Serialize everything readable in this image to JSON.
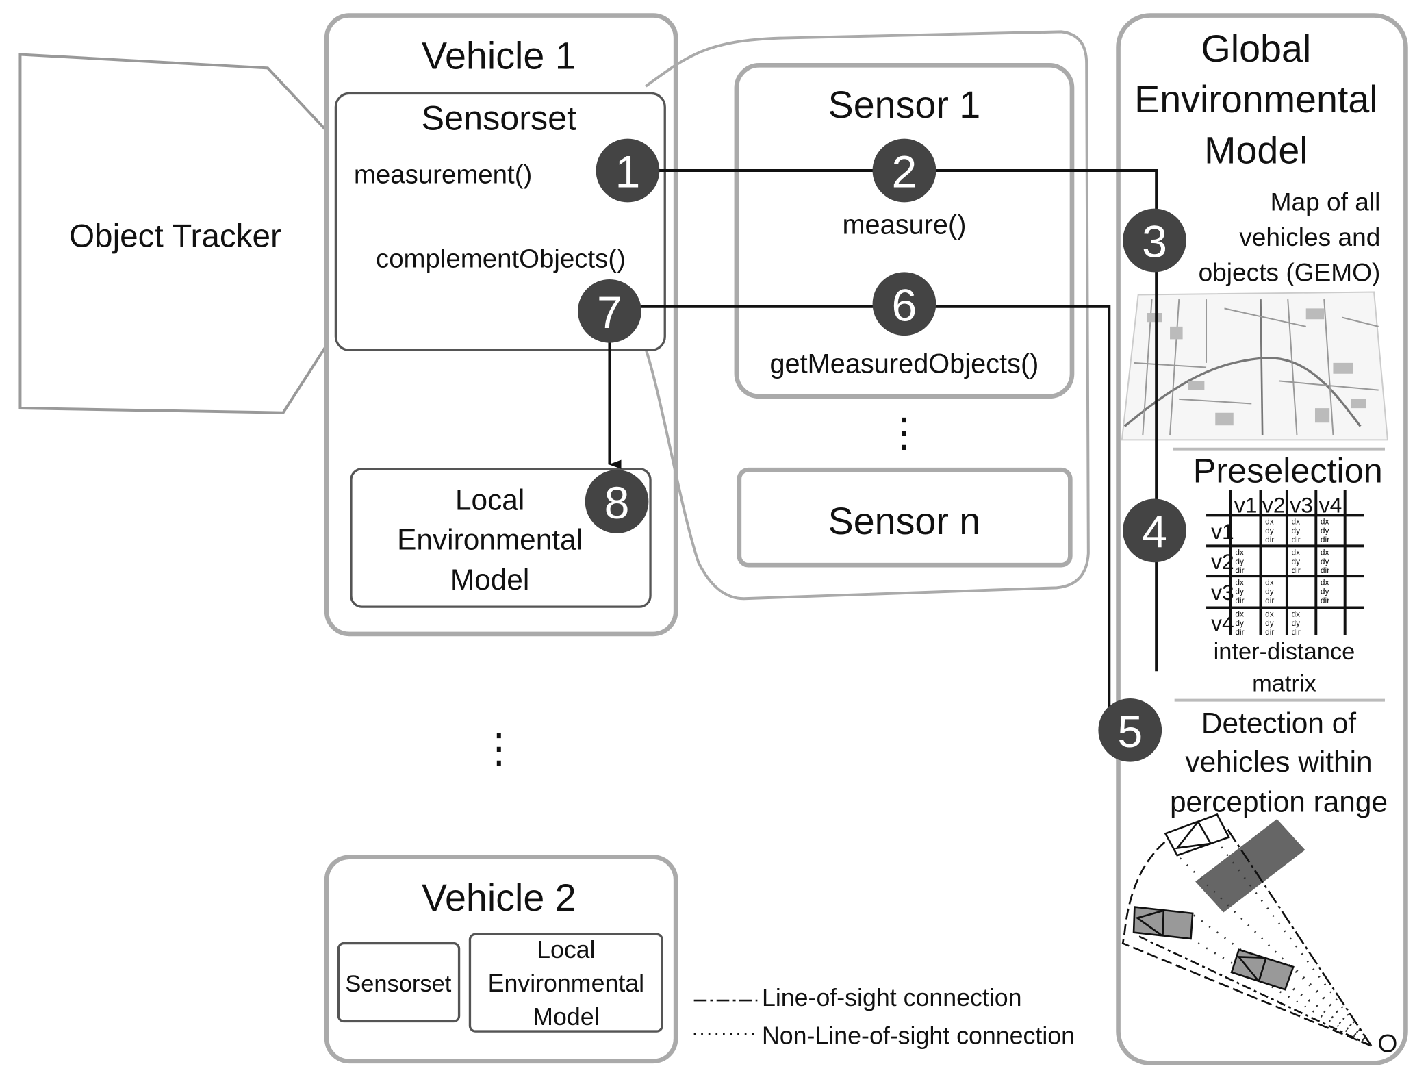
{
  "object_tracker": {
    "label": "Object Tracker"
  },
  "vehicle1": {
    "title": "Vehicle 1",
    "sensorset": {
      "title": "Sensorset",
      "methods": [
        "measurement()",
        "complementObjects()"
      ]
    },
    "local_model": {
      "lines": [
        "Local",
        "Environmental",
        "Model"
      ]
    }
  },
  "sensors": {
    "sensor1": {
      "title": "Sensor 1",
      "methods": [
        "measure()",
        "getMeasuredObjects()"
      ]
    },
    "ellipsis": "⋮",
    "sensorn": {
      "title": "Sensor n"
    }
  },
  "vehicles_ellipsis": "⋮",
  "vehicle2": {
    "title": "Vehicle 2",
    "sensorset": "Sensorset",
    "local_model": {
      "lines": [
        "Local",
        "Environmental",
        "Model"
      ]
    }
  },
  "steps": [
    "1",
    "2",
    "3",
    "4",
    "5",
    "6",
    "7",
    "8"
  ],
  "step_color": "#444444",
  "legend": {
    "line_of_sight": "Line-of-sight connection",
    "non_line_of_sight": "Non-Line-of-sight connection"
  },
  "global_model": {
    "title_lines": [
      "Global",
      "Environmental",
      "Model"
    ],
    "map_caption": [
      "Map of all",
      "vehicles and",
      "objects (GEMO)"
    ],
    "preselection": {
      "title": "Preselection",
      "columns": [
        "v1",
        "v2",
        "v3",
        "v4"
      ],
      "rows": [
        "v1",
        "v2",
        "v3",
        "v4"
      ],
      "cell_content": [
        "dx",
        "dy",
        "dir"
      ],
      "diagonal_empty": true,
      "caption": [
        "inter-distance",
        "matrix"
      ]
    },
    "detection": {
      "caption": [
        "Detection of",
        "vehicles within",
        "perception range"
      ],
      "origin_label": "O"
    }
  }
}
